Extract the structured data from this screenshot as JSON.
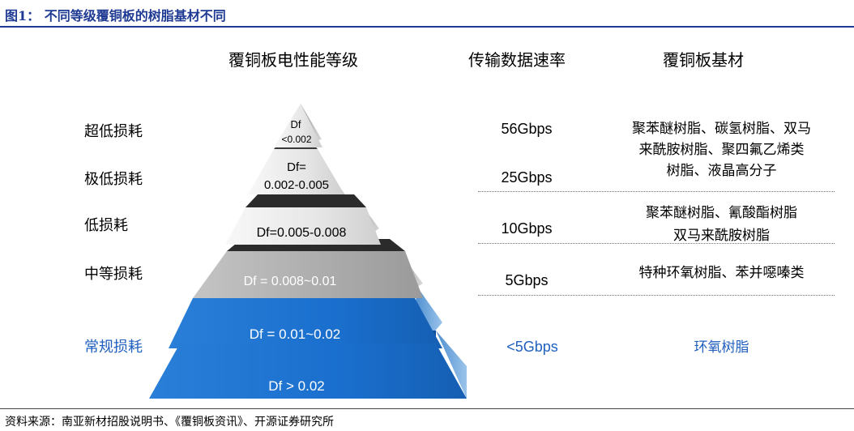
{
  "figure_title": "图1：  不同等级覆铜板的树脂基材不同",
  "headers": {
    "grade": "覆铜板电性能等级",
    "rate": "传输数据速率",
    "material": "覆铜板基材"
  },
  "rows": [
    {
      "level": "超低损耗",
      "rate": "56Gbps",
      "material_lines": [
        "聚苯醚树脂、碳氢树脂、双马",
        "来酰胺树脂、聚四氟乙烯类",
        "树脂、液晶高分子"
      ]
    },
    {
      "level": "极低损耗",
      "rate": "25Gbps"
    },
    {
      "level": "低损耗",
      "rate": "10Gbps",
      "material_lines": [
        "聚苯醚树脂、氰酸酯树脂",
        "双马来酰胺树脂"
      ]
    },
    {
      "level": "中等损耗",
      "rate": "5Gbps",
      "material_lines": [
        "特种环氧树脂、苯并噁嗪类"
      ]
    },
    {
      "level": "常规损耗",
      "rate": "<5Gbps",
      "material_lines": [
        "环氧树脂"
      ]
    }
  ],
  "pyramid": {
    "tiers": [
      {
        "label_lines": [
          "Df",
          "<0.002"
        ]
      },
      {
        "label_lines": [
          "Df=",
          "0.002-0.005"
        ]
      },
      {
        "label_lines": [
          "Df=0.005-0.008"
        ]
      },
      {
        "label_lines": [
          "Df = 0.008~0.01"
        ]
      },
      {
        "label_lines": [
          "Df = 0.01~0.02"
        ]
      },
      {
        "label_lines": [
          "Df > 0.02"
        ]
      }
    ]
  },
  "source": "资料来源：南亚新材招股说明书、《覆铜板资讯》、开源证券研究所",
  "colors": {
    "title_blue": "#1f3a93",
    "highlight_blue": "#1f5fbf",
    "tier_blue": "#1a6fce",
    "tier_gray": "#b3b3b3",
    "tier_light": "#ececec"
  }
}
